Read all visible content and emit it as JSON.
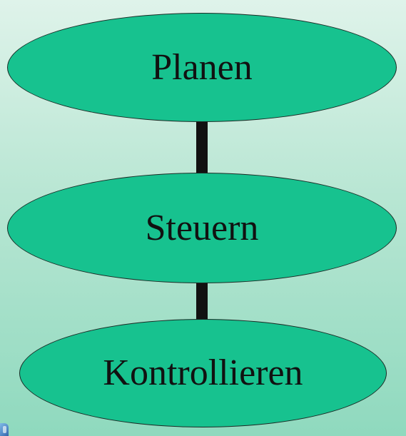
{
  "diagram": {
    "nodes": [
      {
        "label": "Planen"
      },
      {
        "label": "Steuern"
      },
      {
        "label": "Kontrollieren"
      }
    ]
  },
  "colors": {
    "node_fill": "#17c28f",
    "node_border": "#1b2b25",
    "connector": "#111111",
    "background_top": "#dff3ea",
    "background_bottom": "#8fd9be"
  }
}
